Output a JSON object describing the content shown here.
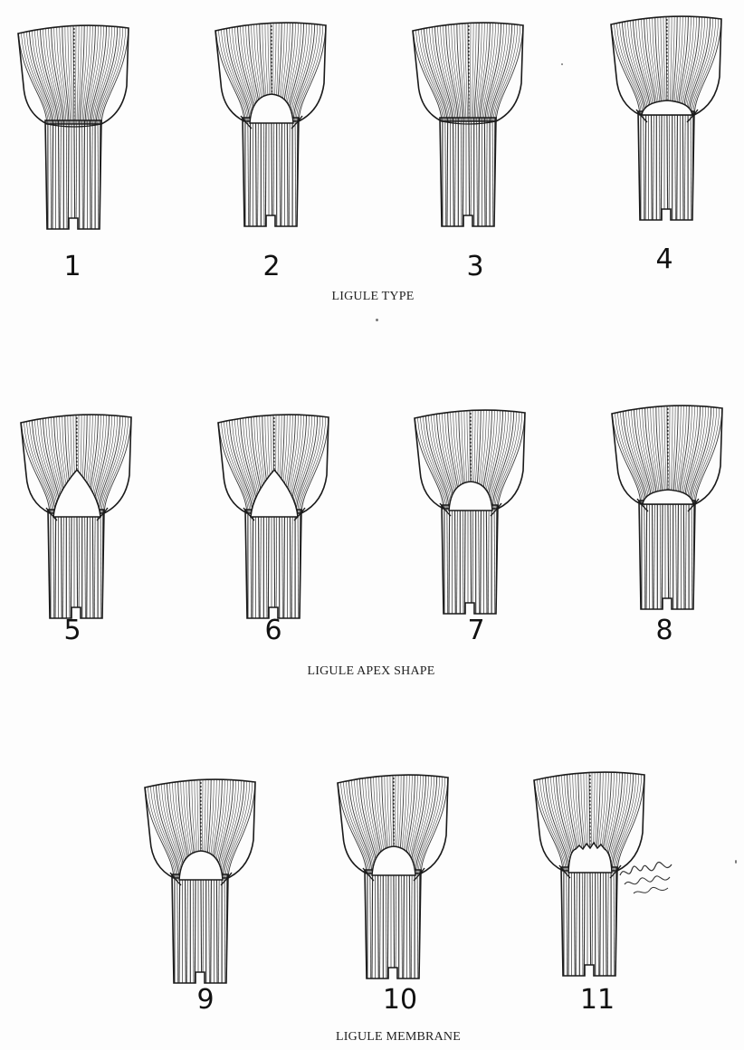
{
  "figures": [
    {
      "label": "1",
      "apex": "none"
    },
    {
      "label": "2",
      "apex": "rounded"
    },
    {
      "label": "3",
      "apex": "none"
    },
    {
      "label": "4",
      "apex": "truncate"
    },
    {
      "label": "5",
      "apex": "acute"
    },
    {
      "label": "6",
      "apex": "acute"
    },
    {
      "label": "7",
      "apex": "rounded"
    },
    {
      "label": "8",
      "apex": "truncate"
    },
    {
      "label": "9",
      "apex": "rounded"
    },
    {
      "label": "10",
      "apex": "rounded"
    },
    {
      "label": "11",
      "apex": "lacerate"
    }
  ],
  "captions": {
    "row1": "LIGULE TYPE",
    "row2": "LIGULE APEX SHAPE",
    "row3": "LIGULE MEMBRANE"
  },
  "colors": {
    "ink": "#1a1a1a",
    "paper": "#fdfdfd"
  }
}
